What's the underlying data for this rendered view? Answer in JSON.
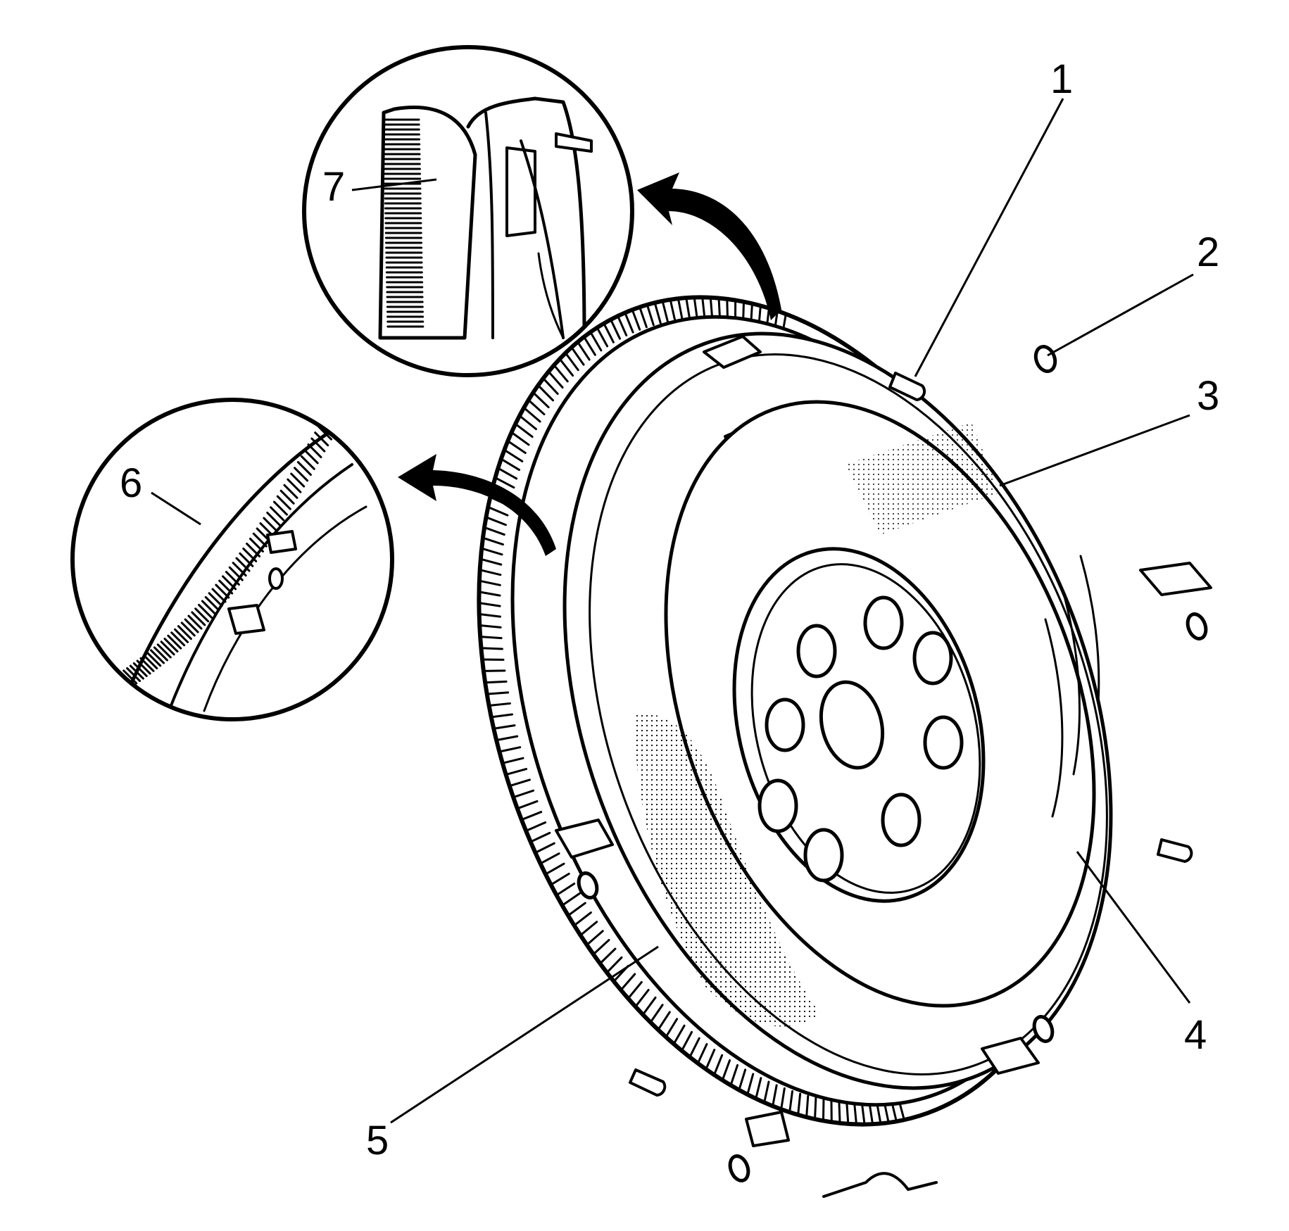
{
  "diagram": {
    "colors": {
      "ink": "#000000",
      "paper": "#ffffff"
    },
    "callouts": [
      "1",
      "2",
      "3",
      "4",
      "5",
      "6",
      "7"
    ]
  }
}
